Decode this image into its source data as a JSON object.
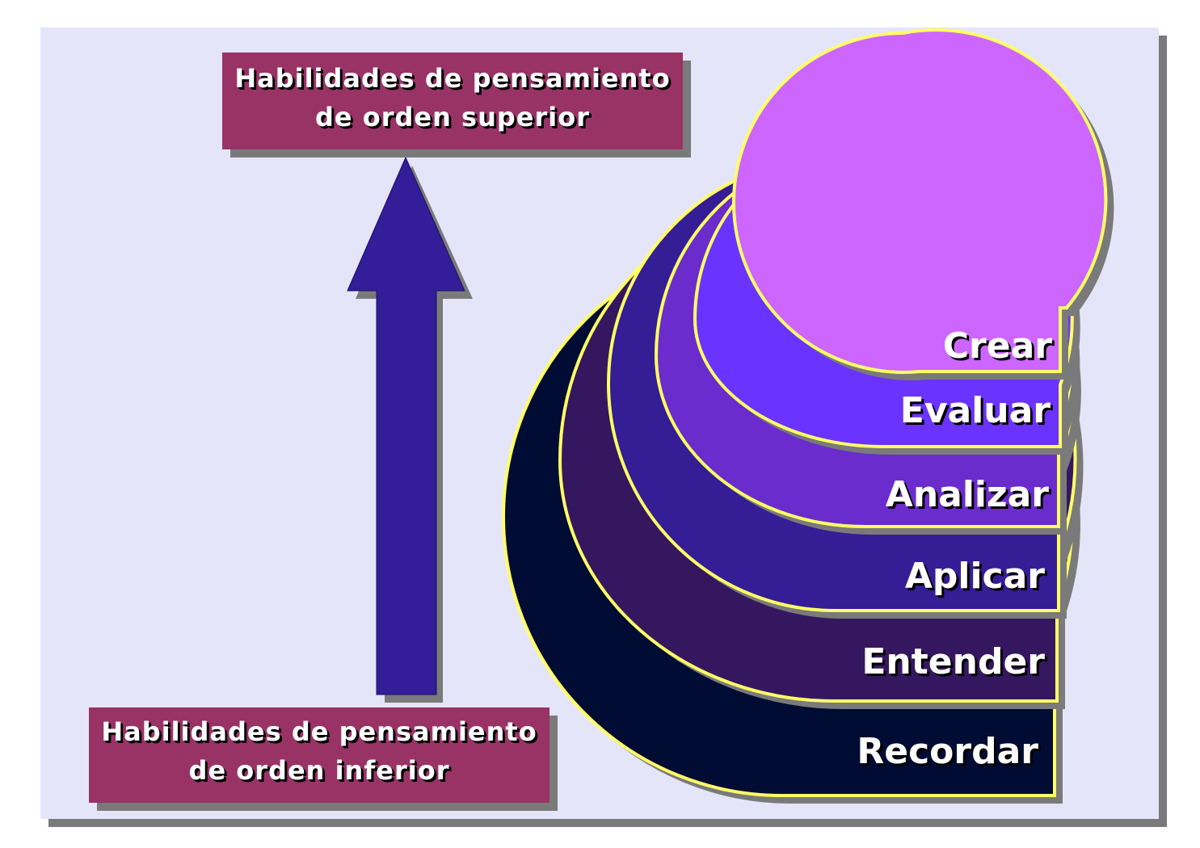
{
  "higher_order_label": {
    "line1": "Habilidades de pensamiento",
    "line2": "de orden superior"
  },
  "lower_order_label": {
    "line1": "Habilidades de pensamiento",
    "line2": "de orden inferior"
  },
  "levels": [
    {
      "label": "Recordar",
      "color": "#000c33"
    },
    {
      "label": "Entender",
      "color": "#35175f"
    },
    {
      "label": "Aplicar",
      "color": "#341d95"
    },
    {
      "label": "Analizar",
      "color": "#6a2ccc"
    },
    {
      "label": "Evaluar",
      "color": "#6b33ff"
    },
    {
      "label": "Crear",
      "color": "#cc66ff"
    }
  ],
  "colors": {
    "background_panel": "#e5e5fa",
    "label_box": "#993366",
    "arrow": "#331d99",
    "outline": "#ffff66",
    "shadow": "#7a7a7a"
  }
}
